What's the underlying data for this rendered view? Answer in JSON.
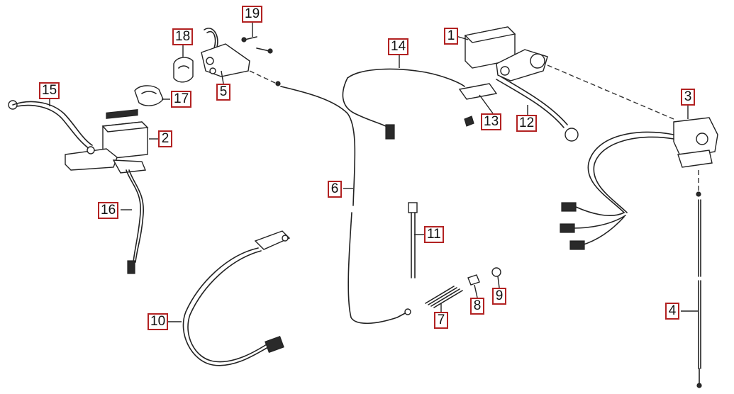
{
  "callouts": [
    {
      "id": "1",
      "label": "1"
    },
    {
      "id": "2",
      "label": "2"
    },
    {
      "id": "3",
      "label": "3"
    },
    {
      "id": "4",
      "label": "4"
    },
    {
      "id": "5",
      "label": "5"
    },
    {
      "id": "6",
      "label": "6"
    },
    {
      "id": "7",
      "label": "7"
    },
    {
      "id": "8",
      "label": "8"
    },
    {
      "id": "9",
      "label": "9"
    },
    {
      "id": "10",
      "label": "10"
    },
    {
      "id": "11",
      "label": "11"
    },
    {
      "id": "12",
      "label": "12"
    },
    {
      "id": "13",
      "label": "13"
    },
    {
      "id": "14",
      "label": "14"
    },
    {
      "id": "15",
      "label": "15"
    },
    {
      "id": "16",
      "label": "16"
    },
    {
      "id": "17",
      "label": "17"
    },
    {
      "id": "18",
      "label": "18"
    },
    {
      "id": "19",
      "label": "19"
    }
  ],
  "colors": {
    "callout_border": "#b22222",
    "line_art": "#222222"
  }
}
